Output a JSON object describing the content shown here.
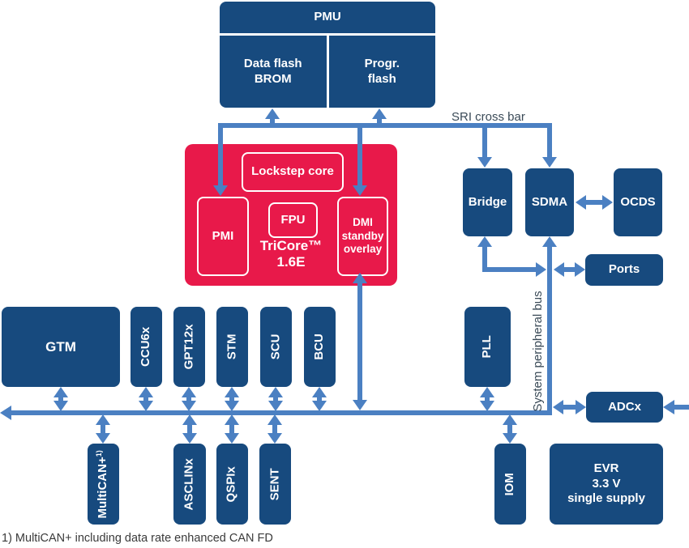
{
  "colors": {
    "block_navy": "#174a7e",
    "core_red": "#e8194a",
    "arrow_blue": "#4b80c2",
    "label_dark": "#3a4a57",
    "background": "#ffffff"
  },
  "pmu": {
    "title": "PMU",
    "data_flash": "Data flash\nBROM",
    "progr_flash": "Progr.\nflash"
  },
  "buses": {
    "sri": "SRI cross bar",
    "peripheral": "System peripheral bus"
  },
  "core": {
    "lockstep": "Lockstep core",
    "pmi": "PMI",
    "fpu": "FPU",
    "name": "TriCore™\n1.6E",
    "dmi": "DMI\nstandby\noverlay"
  },
  "right": {
    "bridge": "Bridge",
    "sdma": "SDMA",
    "ocds": "OCDS",
    "ports": "Ports",
    "adcx": "ADCx"
  },
  "row1": {
    "gtm": "GTM",
    "ccu6x": "CCU6x",
    "gpt12x": "GPT12x",
    "stm": "STM",
    "scu": "SCU",
    "bcu": "BCU",
    "pll": "PLL"
  },
  "row2": {
    "multican": "MultiCAN+",
    "multican_sup": "1)",
    "asclinx": "ASCLINx",
    "qspix": "QSPIx",
    "sent": "SENT",
    "iom": "IOM",
    "evr": "EVR\n3.3 V\nsingle supply"
  },
  "footnote": "1) MultiCAN+ including data rate enhanced CAN FD"
}
